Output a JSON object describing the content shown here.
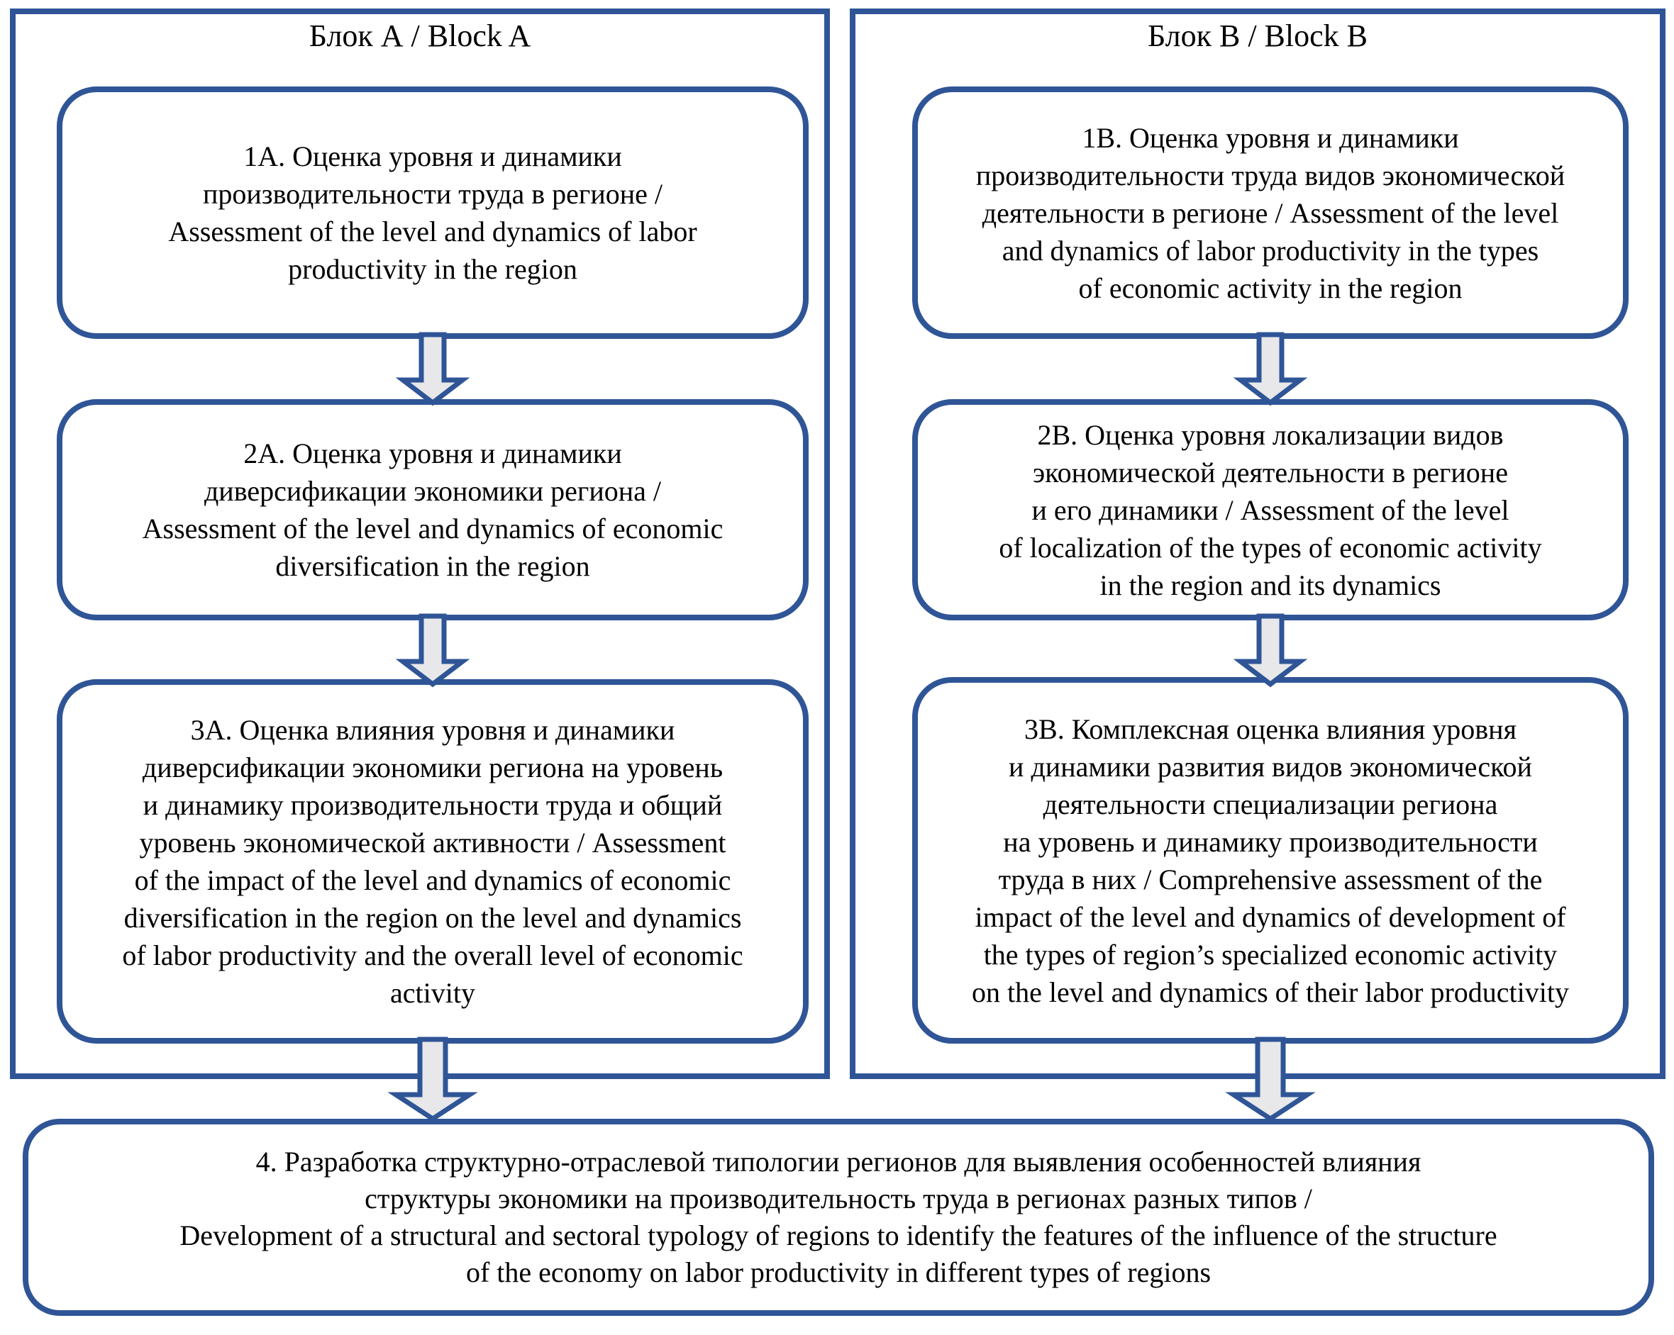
{
  "palette": {
    "border": "#2F5597",
    "arrow_fill": "#E8E8EA",
    "text": "#000000",
    "background": "#FFFFFF"
  },
  "icons": {
    "down_arrow": "down-arrow-icon"
  },
  "blocks": [
    {
      "title": "Блок А / Block A",
      "boxes": [
        {
          "id": "1A",
          "text": "1А. Оценка уровня и динамики\nпроизводительности труда в регионе /\nAssessment of the level and dynamics of labor\nproductivity in the region"
        },
        {
          "id": "2A",
          "text": "2А. Оценка уровня и динамики\nдиверсификации экономики региона /\nAssessment of the level and dynamics of economic\ndiversification in the region"
        },
        {
          "id": "3A",
          "text": "3А. Оценка влияния уровня и динамики\nдиверсификации экономики региона на уровень\nи динамику производительности труда и общий\nуровень экономической активности / Assessment\nof the impact of the level and dynamics of economic\ndiversification in the region on the level and dynamics\nof labor productivity and the overall level of economic\nactivity"
        }
      ]
    },
    {
      "title": "Блок В / Block B",
      "boxes": [
        {
          "id": "1B",
          "text": "1В. Оценка уровня и динамики\nпроизводительности труда видов экономической\nдеятельности в регионе / Assessment of the level\nand dynamics of labor productivity in the types\nof economic activity in the region"
        },
        {
          "id": "2B",
          "text": "2В. Оценка уровня локализации видов\nэкономической деятельности в регионе\nи его динамики / Assessment of the level\nof localization of the types of economic activity\nin the region and its dynamics"
        },
        {
          "id": "3B",
          "text": "3В. Комплексная оценка влияния уровня\nи динамики развития видов экономической\nдеятельности специализации региона\nна уровень  и динамику производительности\nтруда в них /  Comprehensive assessment of the\nimpact of the level and dynamics of development of\nthe types of region’s specialized economic activity\non the level and dynamics of their labor productivity"
        }
      ]
    }
  ],
  "final_box": {
    "id": "4",
    "text": "4. Разработка структурно-отраслевой типологии регионов для выявления особенностей влияния\nструктуры экономики на производительность труда в регионах разных типов /\nDevelopment of a structural and sectoral typology of regions to identify the features of the influence of the structure\nof the economy on labor productivity in different types of regions"
  }
}
